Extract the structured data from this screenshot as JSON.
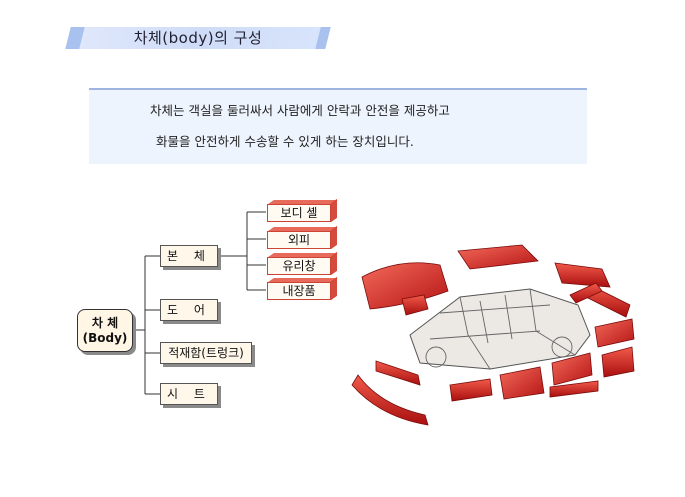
{
  "title": "차체(body)의 구성",
  "description": {
    "line1": "차체는 객실을 둘러싸서 사람에게 안락과 안전을 제공하고",
    "line2": "화물을 안전하게 수송할 수 있게 하는 장치입니다."
  },
  "diagram": {
    "root": {
      "line1": "차 체",
      "line2": "(Body)"
    },
    "categories": [
      "본 체",
      "도 어",
      "적재함(트렁크)",
      "시 트"
    ],
    "body_parts": [
      "보디 셸",
      "외피",
      "유리창",
      "내장품"
    ]
  },
  "colors": {
    "accent": "#d32a2a",
    "banner": "#cfdcf7",
    "panel": "#eef4fd"
  }
}
